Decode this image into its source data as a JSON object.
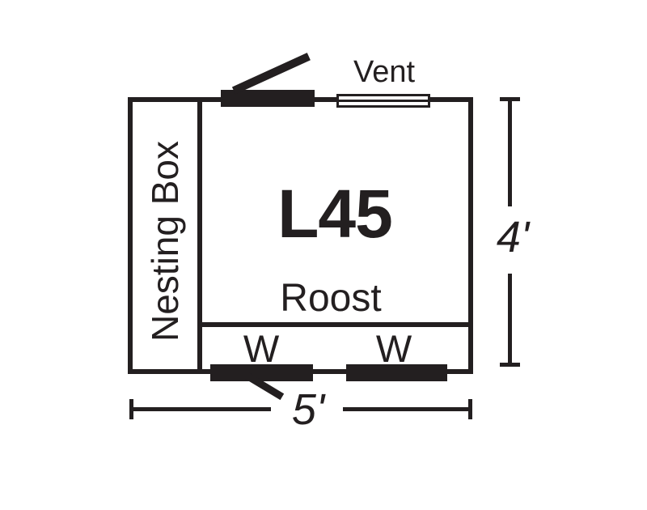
{
  "plan": {
    "model_label": "L45",
    "nesting_box_label": "Nesting Box",
    "vent_label": "Vent",
    "roost_label": "Roost",
    "window_labels": [
      "W",
      "W"
    ],
    "dimensions": {
      "width": "5'",
      "height": "4'"
    },
    "colors": {
      "ink": "#231f20",
      "background": "#ffffff"
    }
  }
}
